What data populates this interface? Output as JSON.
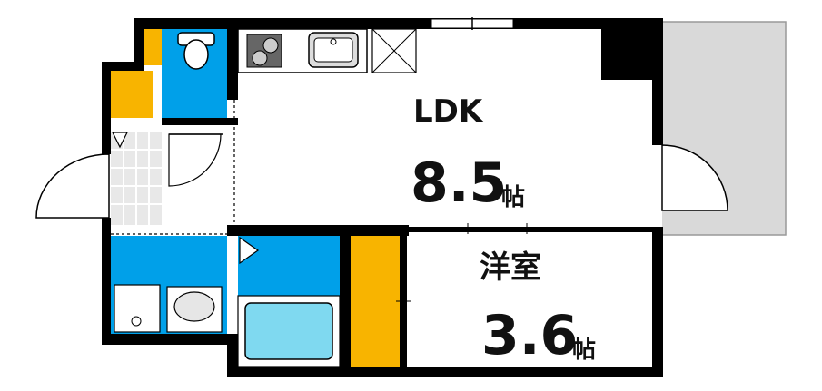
{
  "rooms": {
    "ldk": {
      "name": "LDK",
      "size": "8.5",
      "unit": "帖"
    },
    "western": {
      "name": "洋室",
      "size": "3.6",
      "unit": "帖"
    }
  },
  "colors": {
    "wall": "#000000",
    "wet_area": "#00a0e9",
    "storage": "#f8b400",
    "balcony": "#d9d9d9",
    "bathtub": "#7fd9f0",
    "fixture": "#e6e6e6",
    "tile": "#e8e8e8"
  },
  "icons": [
    "toilet-icon",
    "stove-icon",
    "sink-icon",
    "washbasin-icon",
    "bathtub-icon",
    "refrigerator-space-icon",
    "washing-machine-icon"
  ]
}
